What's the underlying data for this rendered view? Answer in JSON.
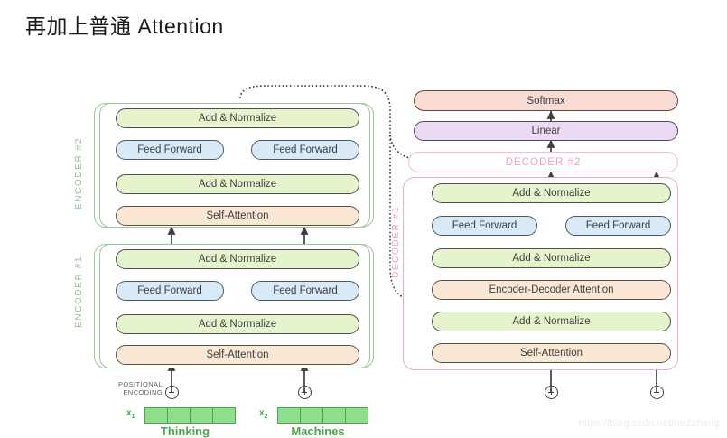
{
  "title": "再加上普通 Attention",
  "watermark": "https://blog.csdn.net/mr2zhang",
  "labels": {
    "add_norm": "Add & Normalize",
    "feed_forward": "Feed Forward",
    "self_attention": "Self-Attention",
    "enc_dec_attention": "Encoder-Decoder Attention",
    "softmax": "Softmax",
    "linear": "Linear",
    "encoder_2": "ENCODER #2",
    "encoder_1": "ENCODER #1",
    "decoder_2": "DECODER #2",
    "decoder_1": "DECODER #1",
    "positional_encoding_line1": "POSITIONAL",
    "positional_encoding_line2": "ENCODING",
    "plus_icon": "plus-circle-icon"
  },
  "tokens": [
    {
      "sub": "x",
      "index": "1",
      "word": "Thinking",
      "cells": 4
    },
    {
      "sub": "x",
      "index": "2",
      "word": "Machines",
      "cells": 4
    }
  ],
  "colors": {
    "green": "#e5f4cc",
    "blue": "#d8e9f8",
    "orange": "#fbe8d4",
    "salmon": "#fadbd3",
    "purple": "#ecd9f3",
    "encoder_border": "#9cc79a",
    "decoder_border": "#f3a9cb",
    "token_green": "#4aa84a",
    "arrow": "#3f3f3f"
  },
  "encoders": [
    {
      "name": "ENCODER #2",
      "sublayers": [
        {
          "type": "add_norm",
          "label": "Add & Normalize"
        },
        {
          "type": "feed_forward",
          "label": "Feed Forward",
          "count": 2
        },
        {
          "type": "add_norm",
          "label": "Add & Normalize"
        },
        {
          "type": "self_attention",
          "label": "Self-Attention"
        }
      ]
    },
    {
      "name": "ENCODER #1",
      "sublayers": [
        {
          "type": "add_norm",
          "label": "Add & Normalize"
        },
        {
          "type": "feed_forward",
          "label": "Feed Forward",
          "count": 2
        },
        {
          "type": "add_norm",
          "label": "Add & Normalize"
        },
        {
          "type": "self_attention",
          "label": "Self-Attention"
        }
      ]
    }
  ],
  "decoder_stack": {
    "top_blocks": [
      {
        "type": "softmax",
        "label": "Softmax"
      },
      {
        "type": "linear",
        "label": "Linear"
      }
    ],
    "decoder_2": {
      "name": "DECODER #2",
      "collapsed": true
    },
    "decoder_1": {
      "name": "DECODER #1",
      "sublayers": [
        {
          "type": "add_norm",
          "label": "Add & Normalize"
        },
        {
          "type": "feed_forward",
          "label": "Feed Forward",
          "count": 2
        },
        {
          "type": "add_norm",
          "label": "Add & Normalize"
        },
        {
          "type": "enc_dec_attention",
          "label": "Encoder-Decoder Attention"
        },
        {
          "type": "add_norm",
          "label": "Add & Normalize"
        },
        {
          "type": "self_attention",
          "label": "Self-Attention"
        }
      ]
    }
  }
}
